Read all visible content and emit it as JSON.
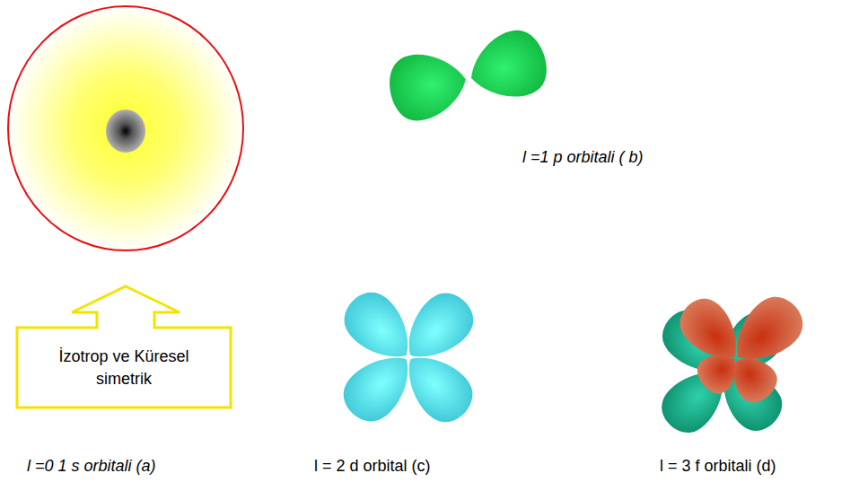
{
  "diagram": {
    "nodes": [
      {
        "text": [
          "İzotrop ve Küresel simetrik"
        ]
      }
    ],
    "labels": [
      "l =0 1 s orbitali (a)",
      "l =1 p orbitali ( b)",
      "l = 2 d orbital (c)",
      "l = 3 f orbitali (d)"
    ]
  }
}
